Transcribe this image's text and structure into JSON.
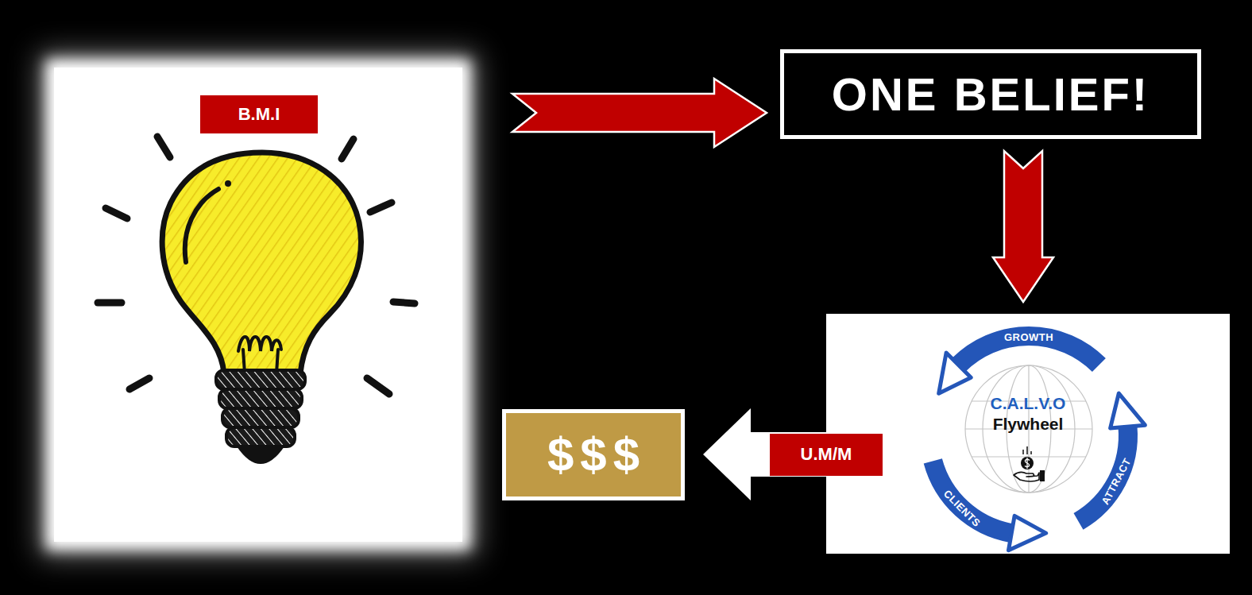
{
  "diagram": {
    "nodes": [
      {
        "text": [
          "B.M.I"
        ]
      },
      {
        "text": [
          "ONE BELIEF!"
        ]
      },
      {
        "text": [
          "C.A.L.V.O",
          "Flywheel"
        ]
      },
      {
        "text": [
          "$$$"
        ]
      }
    ],
    "edges": [
      {
        "from": 0,
        "to": 1,
        "arrow": "to"
      },
      {
        "from": 1,
        "to": 2,
        "arrow": "to"
      },
      {
        "from": 2,
        "to": 3,
        "label": "U.M/M",
        "arrow": "to"
      }
    ],
    "labels": [
      "GROWTH",
      "ATTRACT",
      "CLIENTS"
    ]
  }
}
